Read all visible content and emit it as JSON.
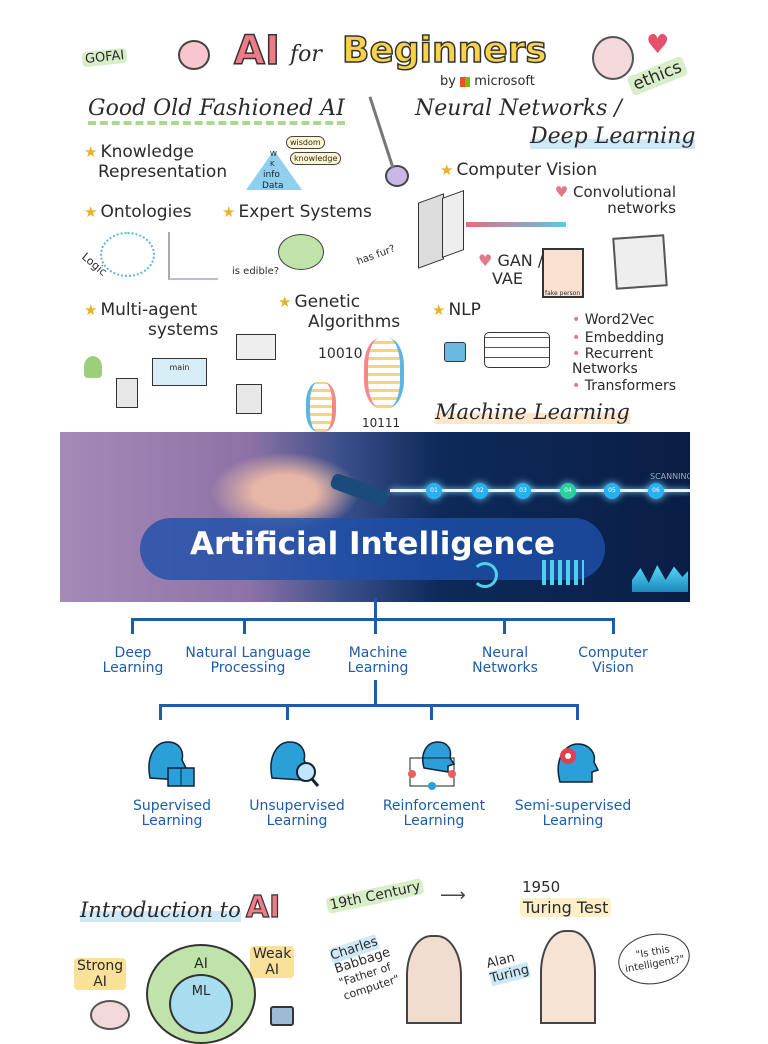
{
  "top_sketch": {
    "gofai_tag": "GOFAI",
    "title_ai": "AI",
    "title_for": "for",
    "title_beginners": "Beginners",
    "by_line": "by",
    "brand": "microsoft",
    "ethics": "ethics",
    "gofai_heading": "Good Old Fashioned AI",
    "nn_heading_1": "Neural Networks /",
    "nn_heading_2": "Deep Learning",
    "knowledge_rep": [
      "Knowledge",
      "Representation"
    ],
    "pyramid_levels": [
      "W",
      "K",
      "info",
      "Data"
    ],
    "pyramid_bubbles": [
      "wisdom",
      "knowledge"
    ],
    "computer_vision": "Computer Vision",
    "convolutional": [
      "Convolutional",
      "networks"
    ],
    "ontologies": "Ontologies",
    "logic": "Logic",
    "expert_systems": "Expert Systems",
    "is_edible": "is edible?",
    "has_fur": "has fur?",
    "gan_vae": [
      "GAN /",
      "VAE"
    ],
    "fake_person": "fake person",
    "multi_agent": [
      "Multi-agent",
      "systems"
    ],
    "main_label": "main",
    "genetic": [
      "Genetic",
      "Algorithms"
    ],
    "binary_1": "10010",
    "binary_2": "10111",
    "nlp": "NLP",
    "nlp_items": [
      "Word2Vec",
      "Embedding",
      "Recurrent Networks",
      "Transformers"
    ],
    "machine_learning": "Machine Learning"
  },
  "banner": {
    "title": "Artificial Intelligence",
    "timeline_nodes": [
      "01",
      "02",
      "03",
      "04",
      "05",
      "06"
    ],
    "scanning": "SCANNING"
  },
  "tree": {
    "level1": [
      {
        "line1": "Deep",
        "line2": "Learning"
      },
      {
        "line1": "Natural Language",
        "line2": "Processing"
      },
      {
        "line1": "Machine",
        "line2": "Learning"
      },
      {
        "line1": "Neural",
        "line2": "Networks"
      },
      {
        "line1": "Computer",
        "line2": "Vision"
      }
    ],
    "level2": [
      {
        "line1": "Supervised",
        "line2": "Learning",
        "icon": "head-book-icon"
      },
      {
        "line1": "Unsupervised",
        "line2": "Learning",
        "icon": "head-magnifier-icon"
      },
      {
        "line1": "Reinforcement",
        "line2": "Learning",
        "icon": "head-network-icon"
      },
      {
        "line1": "Semi-supervised",
        "line2": "Learning",
        "icon": "head-gear-icon"
      }
    ],
    "color": "#1d5cab"
  },
  "bottom_sketch": {
    "intro": "Introduction to",
    "intro_ai": "AI",
    "century": "19th Century",
    "year": "1950",
    "turing_test": "Turing Test",
    "strong_ai": [
      "Strong",
      "AI"
    ],
    "weak_ai": [
      "Weak",
      "AI"
    ],
    "circle_ai": "AI",
    "circle_ml": "ML",
    "babbage": [
      "Charles",
      "Babbage"
    ],
    "babbage_quote": [
      "\"Father of",
      "computer\""
    ],
    "turing": [
      "Alan",
      "Turing"
    ],
    "speech": [
      "\"Is this",
      "intelligent?\""
    ]
  }
}
